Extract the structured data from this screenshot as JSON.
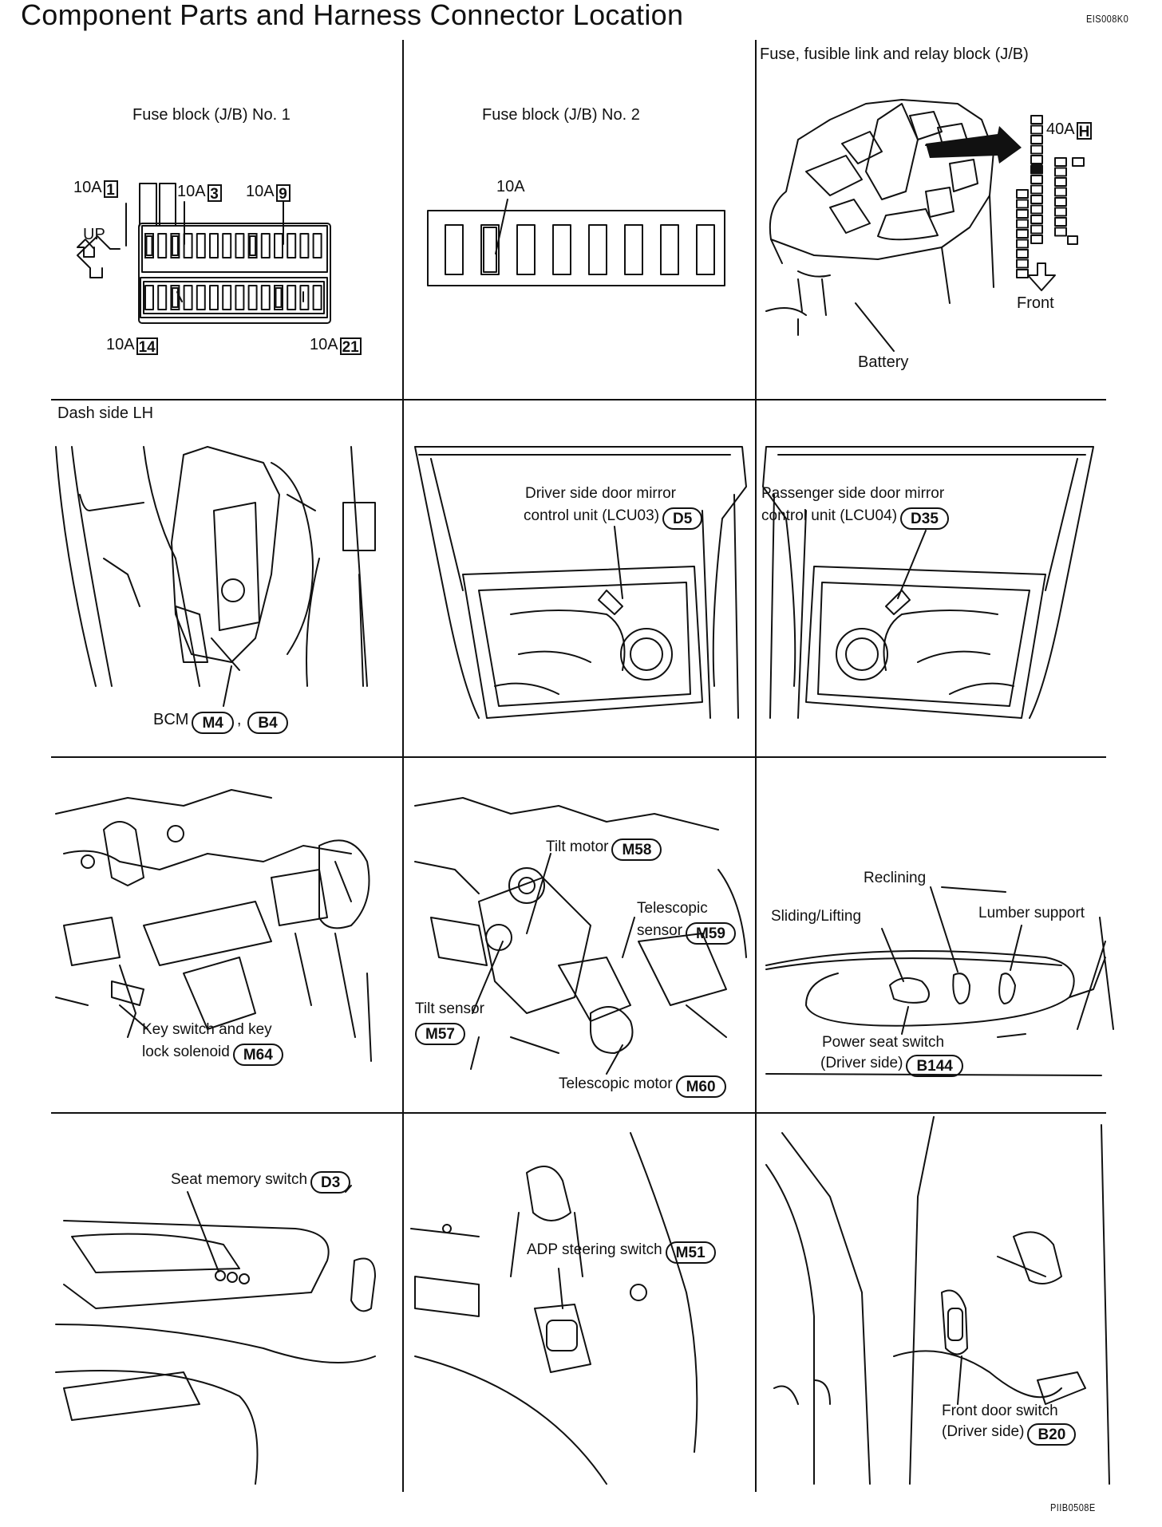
{
  "header": {
    "title": "Component Parts and Harness Connector Location",
    "code": "EIS008K0"
  },
  "footer": {
    "code": "PIIB0508E"
  },
  "panels": {
    "fuse1": {
      "title": "Fuse block (J/B) No. 1",
      "up": "UP",
      "fuses": [
        {
          "amp": "10A",
          "no": "1"
        },
        {
          "amp": "10A",
          "no": "3"
        },
        {
          "amp": "10A",
          "no": "9"
        },
        {
          "amp": "10A",
          "no": "14"
        },
        {
          "amp": "10A",
          "no": "21"
        }
      ]
    },
    "fuse2": {
      "title": "Fuse block (J/B) No. 2",
      "amp": "10A"
    },
    "fusible": {
      "title": "Fuse, fusible link and relay block (J/B)",
      "amp": "40A",
      "code": "H",
      "front": "Front",
      "battery": "Battery"
    },
    "dash": {
      "title": "Dash side LH",
      "bcm": "BCM",
      "conn1": "M4",
      "sep": ",",
      "conn2": "B4"
    },
    "driver_mirror": {
      "line1": "Driver side door mirror",
      "line2": "control unit (LCU03)",
      "conn": "D5"
    },
    "pass_mirror": {
      "line1": "Passenger side door mirror",
      "line2": "control unit (LCU04)",
      "conn": "D35"
    },
    "keyswitch": {
      "line1": "Key switch and key",
      "line2": "lock solenoid",
      "conn": "M64"
    },
    "steering": {
      "tilt_motor": "Tilt motor",
      "tilt_motor_conn": "M58",
      "tele_sensor1": "Telescopic",
      "tele_sensor2": "sensor",
      "tele_sensor_conn": "M59",
      "tilt_sensor": "Tilt sensor",
      "tilt_sensor_conn": "M57",
      "tele_motor": "Telescopic motor",
      "tele_motor_conn": "M60"
    },
    "seat": {
      "reclining": "Reclining",
      "sliding": "Sliding/Lifting",
      "lumber": "Lumber support",
      "line1": "Power seat switch",
      "line2": "(Driver side)",
      "conn": "B144"
    },
    "memory": {
      "label": "Seat memory switch",
      "conn": "D3"
    },
    "adp": {
      "label": "ADP steering switch",
      "conn": "M51"
    },
    "doorswitch": {
      "line1": "Front door switch",
      "line2": "(Driver side)",
      "conn": "B20"
    }
  }
}
